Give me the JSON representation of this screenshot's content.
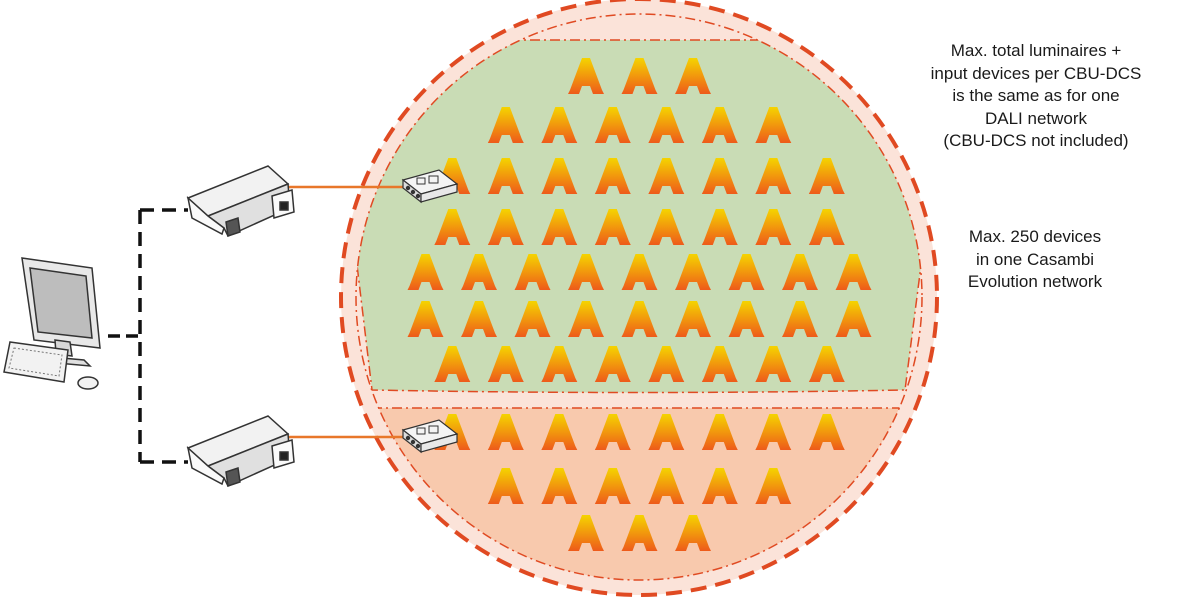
{
  "notes": {
    "dali_limit": [
      "Max. total luminaires +",
      "input devices per CBU-DCS",
      "is the same as for one",
      "DALI network",
      "(CBU-DCS not included)"
    ],
    "casambi_limit": [
      "Max. 250 devices",
      "in one Casambi",
      "Evolution network"
    ]
  },
  "colors": {
    "outer_dash": "#e04a22",
    "outer_fill": "#fbe3d9",
    "upper_zone_fill": "#c9dcb5",
    "lower_zone_fill": "#f8c9ad",
    "zone_border": "#e04a22",
    "orange_cable": "#e8772a",
    "luminaire_top": "#f5d400",
    "luminaire_bottom": "#ee5a1a"
  },
  "icons": {
    "computer": "desktop-computer-icon",
    "controller": "dali-controller-icon",
    "module": "cbu-dcs-module-icon",
    "luminaire": "luminaire-icon"
  },
  "networks": [
    {
      "zone": "upper",
      "luminaire_rows": [
        3,
        6,
        8,
        8,
        9,
        9,
        8
      ]
    },
    {
      "zone": "lower",
      "luminaire_rows": [
        8,
        6,
        3
      ]
    }
  ]
}
